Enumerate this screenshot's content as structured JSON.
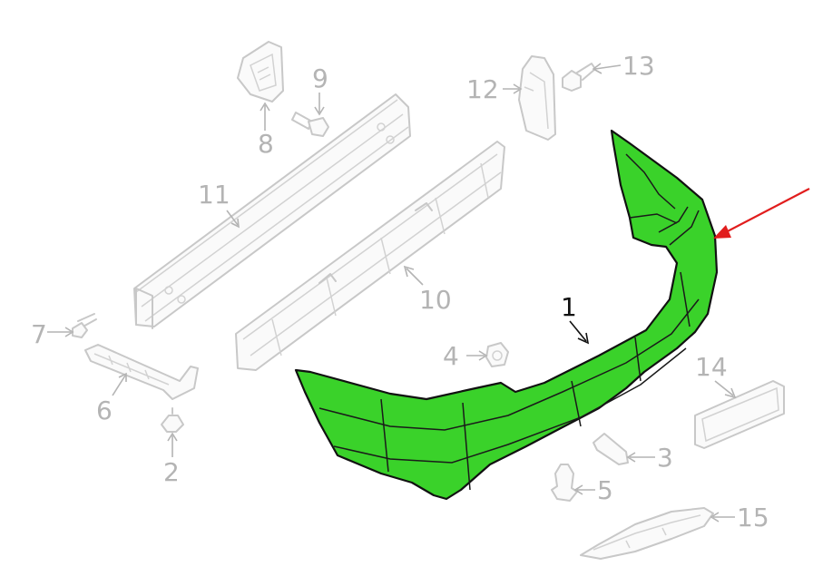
{
  "diagram": {
    "highlight_color": "#3ad22a",
    "pointer_color": "#e11d1d",
    "labels": {
      "p1": "1",
      "p2": "2",
      "p3": "3",
      "p4": "4",
      "p5": "5",
      "p6": "6",
      "p7": "7",
      "p8": "8",
      "p9": "9",
      "p10": "10",
      "p11": "11",
      "p12": "12",
      "p13": "13",
      "p14": "14",
      "p15": "15"
    }
  }
}
